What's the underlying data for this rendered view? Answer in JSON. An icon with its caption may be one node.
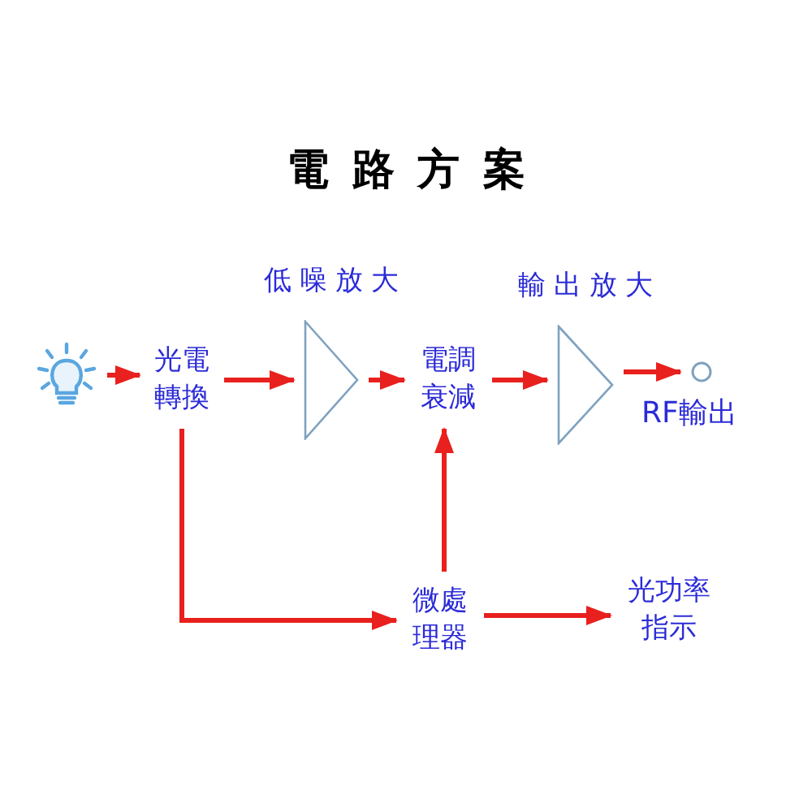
{
  "diagram": {
    "title": "電路方案",
    "nodes": [
      {
        "text": [],
        "shape": "picture"
      },
      {
        "text": [
          "光電轉換"
        ]
      },
      {
        "text": [
          "低噪放大"
        ]
      },
      {
        "text": [
          "電調衰減"
        ]
      },
      {
        "text": [
          "輸出放大"
        ]
      },
      {
        "text": [],
        "shape": "circle",
        "beside": [
          "RF輸出"
        ]
      },
      {
        "text": [
          "微處理器"
        ]
      },
      {
        "text": [
          "光功率指示"
        ]
      }
    ],
    "edges": [
      {
        "from": 0,
        "to": 1,
        "arrow": "to"
      },
      {
        "from": 1,
        "to": 2,
        "arrow": "to"
      },
      {
        "from": 2,
        "to": 3,
        "arrow": "to"
      },
      {
        "from": 3,
        "to": 4,
        "arrow": "to"
      },
      {
        "from": 4,
        "to": 5,
        "arrow": "to"
      },
      {
        "from": 1,
        "to": 6,
        "arrow": "to"
      },
      {
        "from": 6,
        "to": 3,
        "arrow": "to"
      },
      {
        "from": 6,
        "to": 7,
        "arrow": "to"
      }
    ]
  }
}
